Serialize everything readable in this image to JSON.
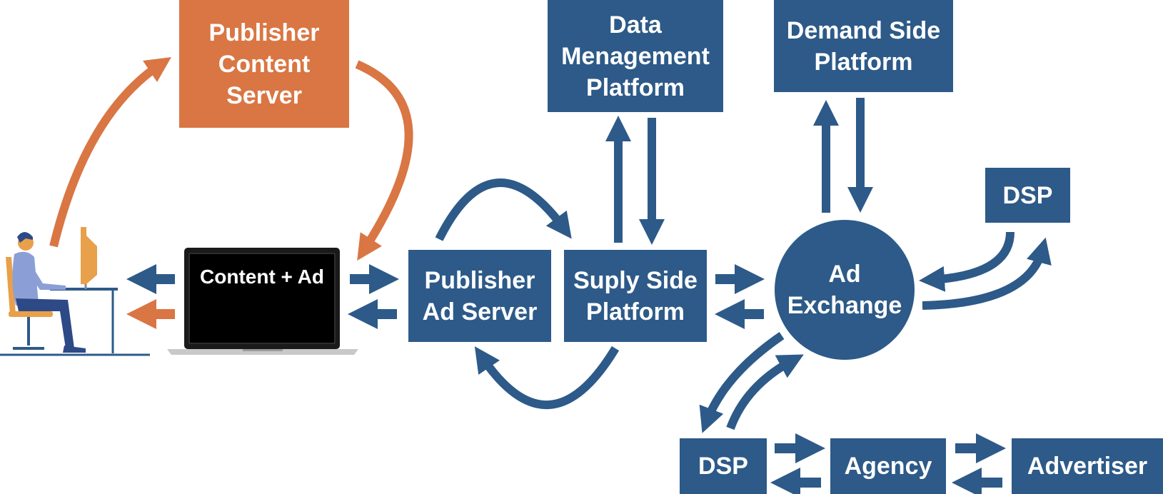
{
  "colors": {
    "blue": "#2d5a88",
    "orange": "#d97644",
    "screen": "#000000",
    "person_shirt": "#8b9fd6",
    "person_pants": "#2d4a86",
    "chair": "#e8a04a",
    "monitor": "#e8a04a"
  },
  "nodes": {
    "publisher_content_server": "Publisher\nContent\nServer",
    "laptop_screen": "Content + Ad",
    "publisher_ad_server": "Publisher\nAd Server",
    "supply_side_platform": "Suply Side\nPlatform",
    "data_management_platform": "Data\nMenagement\nPlatform",
    "demand_side_platform": "Demand Side\nPlatform",
    "ad_exchange": "Ad\nExchange",
    "dsp_right": "DSP",
    "dsp_bottom": "DSP",
    "agency": "Agency",
    "advertiser": "Advertiser"
  },
  "icons": {
    "user": "person-at-computer-icon",
    "laptop": "laptop-icon"
  }
}
